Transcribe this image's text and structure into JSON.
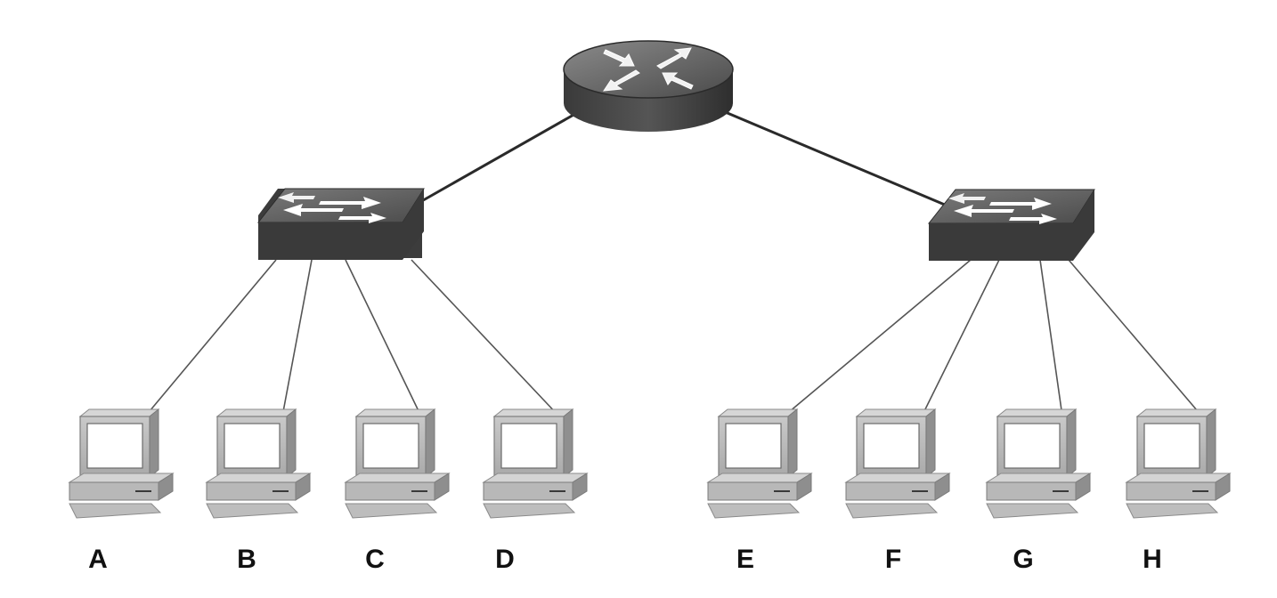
{
  "diagram": {
    "router": {
      "icon": "router-icon"
    },
    "switches": [
      {
        "id": "left",
        "icon": "switch-icon"
      },
      {
        "id": "right",
        "icon": "switch-icon"
      }
    ],
    "computers": [
      {
        "label": "A",
        "switch": "left"
      },
      {
        "label": "B",
        "switch": "left"
      },
      {
        "label": "C",
        "switch": "left"
      },
      {
        "label": "D",
        "switch": "left"
      },
      {
        "label": "E",
        "switch": "right"
      },
      {
        "label": "F",
        "switch": "right"
      },
      {
        "label": "G",
        "switch": "right"
      },
      {
        "label": "H",
        "switch": "right"
      }
    ]
  },
  "colors": {
    "device_dark": "#3a3a3a",
    "device_top": "#6e6e6e",
    "pc_body": "#b8b8b8",
    "link": "#2a2a2a"
  }
}
